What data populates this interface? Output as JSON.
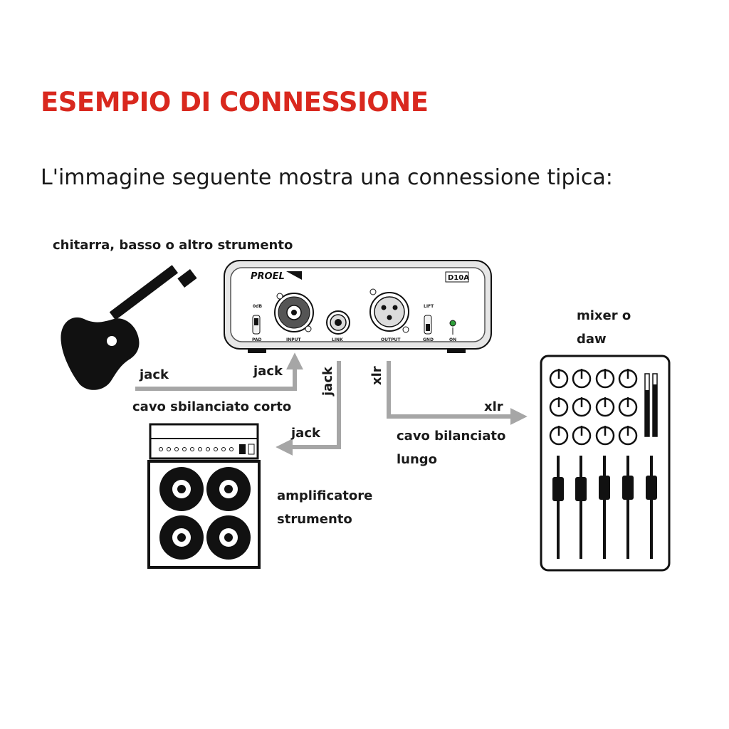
{
  "title": "ESEMPIO DI CONNESSIONE",
  "subtitle": "L'immagine seguente mostra una connessione tipica:",
  "colors": {
    "title": "#d9281e",
    "text": "#1a1a1a",
    "arrow": "#a6a6a6",
    "led": "#2e9e3a"
  },
  "labels": {
    "instrument": "chitarra, basso o altro strumento",
    "mixer_line1": "mixer o",
    "mixer_line2": "daw",
    "jack_left": "jack",
    "jack_input": "jack",
    "jack_link": "jack",
    "xlr_output": "xlr",
    "short_cable": "cavo sbilanciato corto",
    "jack_amp": "jack",
    "xlr_mixer": "xlr",
    "long_cable_line1": "cavo bilanciato",
    "long_cable_line2": "lungo",
    "amp_line1": "amplificatore",
    "amp_line2": "strumento"
  },
  "device": {
    "brand": "PROEL",
    "model": "D10A",
    "pad_top": "0dB",
    "pad_bottom": "PAD",
    "input": "INPUT",
    "link": "LINK",
    "output": "OUTPUT",
    "lift_top": "LIFT",
    "lift_bottom": "GND",
    "led": "ON"
  },
  "icons": {
    "instrument": "guitar-icon",
    "amplifier": "amplifier-icon",
    "mixer": "mixer-icon",
    "di_box": "di-box-icon"
  }
}
